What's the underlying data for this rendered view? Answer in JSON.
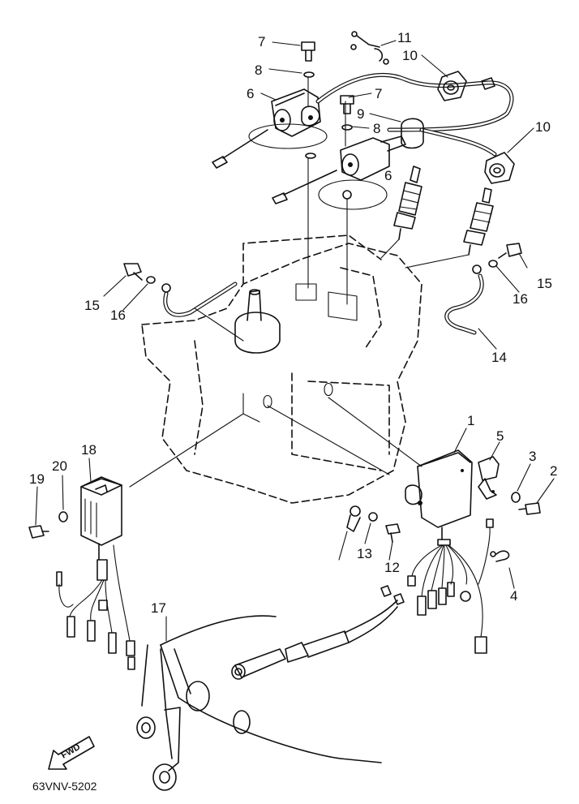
{
  "diagram_code": "63VNV-5202",
  "direction_label": "FWD",
  "callouts": {
    "c1": "1",
    "c2": "2",
    "c3": "3",
    "c4": "4",
    "c5": "5",
    "c6a": "6",
    "c6b": "6",
    "c7a": "7",
    "c7b": "7",
    "c8a": "8",
    "c8b": "8",
    "c9": "9",
    "c10a": "10",
    "c10b": "10",
    "c11": "11",
    "c12": "12",
    "c13": "13",
    "c14": "14",
    "c15a": "15",
    "c15b": "15",
    "c16a": "16",
    "c16b": "16",
    "c17": "17",
    "c18": "18",
    "c19": "19",
    "c20": "20"
  },
  "icons": [
    "fwd-arrow-icon"
  ]
}
